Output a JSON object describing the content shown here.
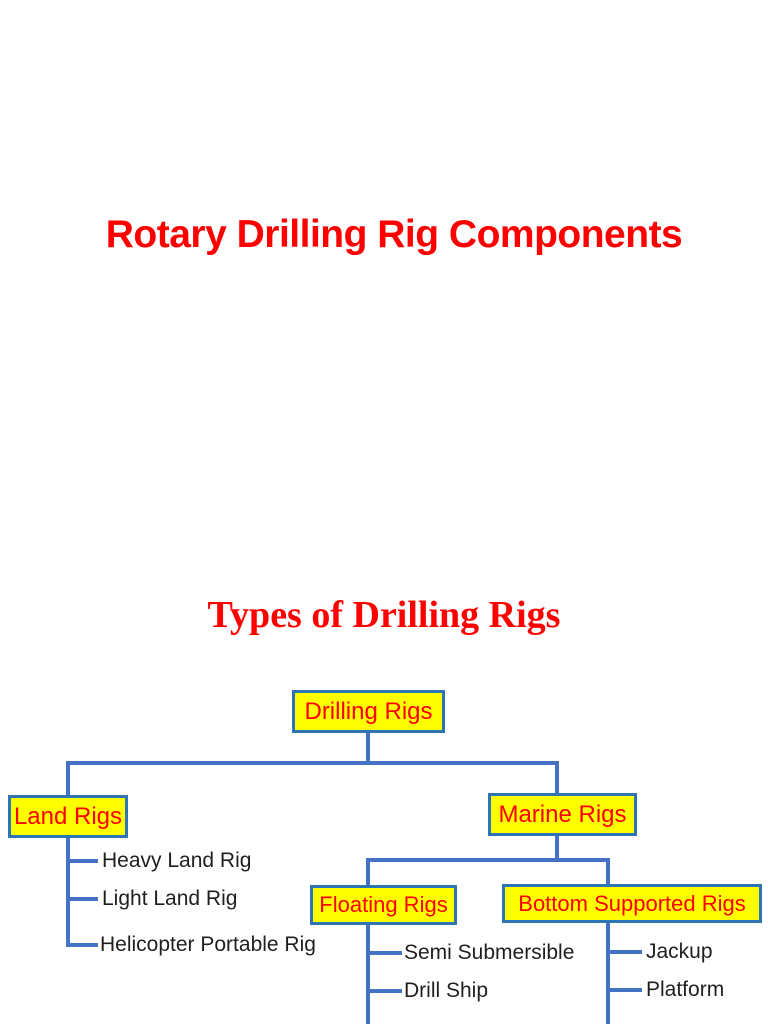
{
  "slide": {
    "title": "Rotary Drilling Rig Components",
    "heading": "Types of Drilling Rigs"
  },
  "tree": {
    "root": {
      "label": "Drilling Rigs"
    },
    "land": {
      "label": "Land Rigs",
      "children": [
        "Heavy Land Rig",
        "Light Land Rig",
        "Helicopter Portable Rig"
      ]
    },
    "marine": {
      "label": "Marine Rigs"
    },
    "floating": {
      "label": "Floating Rigs",
      "children": [
        "Semi Submersible",
        "Drill Ship"
      ]
    },
    "bottom_supported": {
      "label": "Bottom Supported Rigs",
      "children": [
        "Jackup",
        "Platform"
      ]
    }
  },
  "colors": {
    "heading": "#FF0000",
    "node_fill": "#FFFF00",
    "node_border": "#2E75B6",
    "node_text": "#FF0000",
    "connector": "#4472C4",
    "item_text": "#1F1F1F"
  }
}
